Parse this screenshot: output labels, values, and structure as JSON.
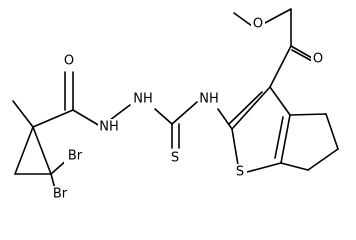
{
  "diagram_type": "chemical structure",
  "colors": {
    "bond": "#000000",
    "label": "#000000",
    "background": "#ffffff"
  },
  "atoms": [
    {
      "id": "ester_O1",
      "label": "O"
    },
    {
      "id": "ester_O2",
      "label": "O"
    },
    {
      "id": "amide_O",
      "label": "O"
    },
    {
      "id": "NH1",
      "label": "NH"
    },
    {
      "id": "NH2",
      "label": "NH"
    },
    {
      "id": "NH3",
      "label": "NH"
    },
    {
      "id": "S_thioxo",
      "label": "S"
    },
    {
      "id": "S_ring",
      "label": "S"
    },
    {
      "id": "Br1",
      "label": "Br"
    },
    {
      "id": "Br2",
      "label": "Br"
    }
  ]
}
